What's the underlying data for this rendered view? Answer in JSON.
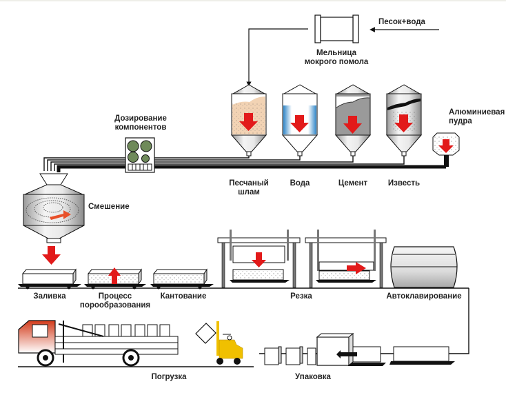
{
  "title": "Технологическая схема производства газобетона",
  "colors": {
    "arrow_red": "#e21a1a",
    "sand": "#f2d3b4",
    "water_blue": "#3a8fd0",
    "cement_gray": "#9a9a9a",
    "doser_green": "#6f8a5a",
    "forklift_yellow": "#f0c000",
    "truck_cab_red": "#d23a1a",
    "line_black": "#111111"
  },
  "labels": {
    "sand_water_input": "Песок+вода",
    "mill_line1": "Мельница",
    "mill_line2": "мокрого помола",
    "dosing_line1": "Дозирование",
    "dosing_line2": "компонентов",
    "aluminum_line1": "Алюминиевая",
    "aluminum_line2": "пудра",
    "silo_sand_line1": "Песчаный",
    "silo_sand_line2": "шлам",
    "silo_water": "Вода",
    "silo_cement": "Цемент",
    "silo_lime": "Известь",
    "mixing": "Смешение",
    "pouring": "Заливка",
    "foaming_line1": "Процесс",
    "foaming_line2": "порообразования",
    "tilting": "Кантование",
    "cutting": "Резка",
    "autoclaving": "Автоклавирование",
    "loading": "Погрузка",
    "packing": "Упаковка"
  },
  "icons": {
    "mill": "mill-icon",
    "silo": "silo-icon",
    "doser": "doser-icon",
    "mixer": "mixer-icon",
    "mold": "mold-cart-icon",
    "cutter": "cutting-frame-icon",
    "autoclave": "autoclave-icon",
    "truck": "truck-icon",
    "forklift": "forklift-icon",
    "package": "package-icon",
    "arrow": "red-arrow-icon"
  }
}
